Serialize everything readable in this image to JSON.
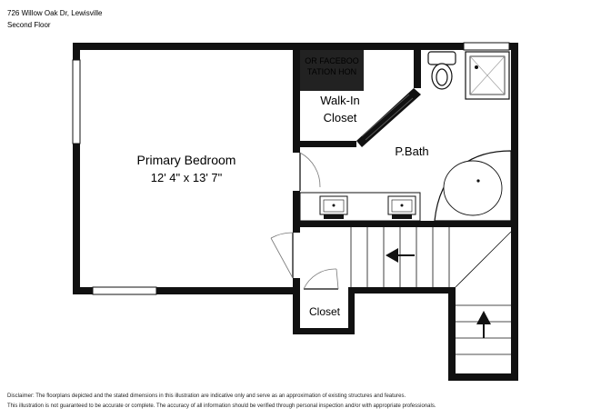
{
  "header": {
    "address": "726 Willow Oak Dr, Lewisville",
    "floor": "Second Floor"
  },
  "rooms": {
    "primary_bedroom": {
      "name": "Primary Bedroom",
      "dims": "12' 4\" x 13' 7\""
    },
    "walk_in_closet": {
      "line1": "Walk-In",
      "line2": "Closet"
    },
    "bath": {
      "name": "P.Bath"
    },
    "closet": {
      "name": "Closet"
    }
  },
  "watermark": {
    "line1": "OR FACEBOO",
    "line2": "TATION HON"
  },
  "disclaimer": {
    "line1": "Disclaimer: The floorplans depicted and the stated dimensions in this illustration are indicative only and serve as an approximation of existing structures and features.",
    "line2": "This illustration is not guaranteed to be accurate or complete. The accuracy of all information should be verified through personal inspection and/or with appropriate professionals."
  },
  "icons": {
    "stairs_top": "arrow-left-icon",
    "stairs_bottom": "arrow-up-icon"
  }
}
